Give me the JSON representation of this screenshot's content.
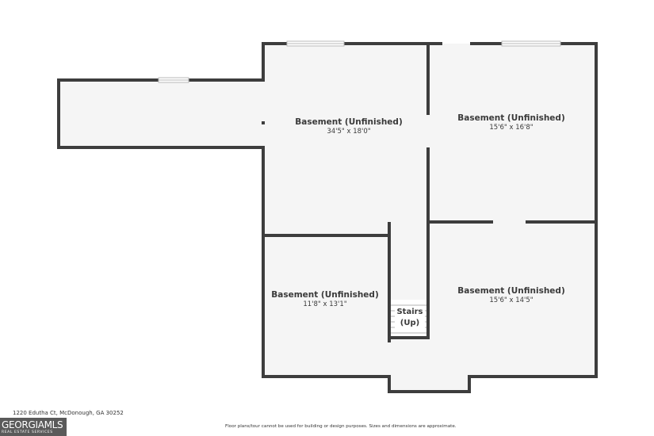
{
  "rooms": [
    {
      "name": "Basement (Unfinished)",
      "dimensions": "34'5\" x 18'0\""
    },
    {
      "name": "Basement (Unfinished)",
      "dimensions": "15'6\" x 16'8\""
    },
    {
      "name": "Basement (Unfinished)",
      "dimensions": "11'8\" x 13'1\""
    },
    {
      "name": "Basement (Unfinished)",
      "dimensions": "15'6\" x 14'5\""
    }
  ],
  "stairs": {
    "line1": "Stairs",
    "line2": "(Up)"
  },
  "footer": {
    "address": "1220 Edutha Ct, McDonough, GA 30252",
    "disclaimer": "Floor plans/tour cannot be used for building or design purposes. Sizes and dimensions are approximate."
  },
  "logo": {
    "main": "GEORGIAMLS",
    "sub": "REAL ESTATE SERVICES"
  },
  "colors": {
    "wall": "#3d3d3d",
    "floor": "#f5f5f5",
    "window": "#b9b9b9"
  }
}
